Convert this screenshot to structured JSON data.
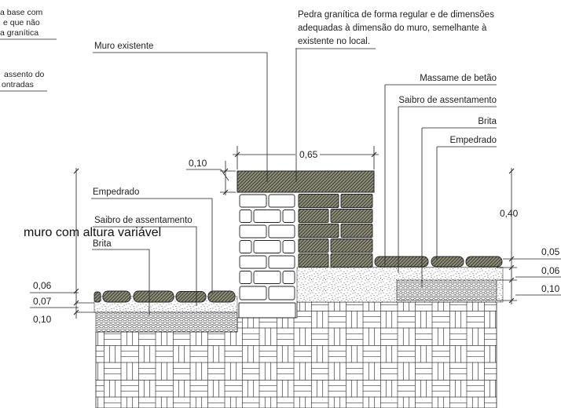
{
  "notes_top_left": {
    "line1": "a base com",
    "line2": "e que não",
    "line3": "a granítica",
    "line4": "assento do",
    "line5": "ontradas"
  },
  "labels": {
    "pedra_granitica": [
      "Pedra granítica de forma regular e de dimensões",
      "adequadas à dimensão do muro, semelhante à",
      "existente no local."
    ],
    "muro_existente": "Muro existente",
    "massame_betao": "Massame de betão",
    "saibro_direita": "Saibro de assentamento",
    "brita_direita": "Brita",
    "empedrado_direita": "Empedrado",
    "empedrado_esquerda": "Empedrado",
    "saibro_esquerda": "Saibro de assentamento",
    "muro_altura": "muro com altura variável",
    "brita_esquerda": "Brita"
  },
  "dimensions": {
    "capa_largura": "0,65",
    "capa_altura": "0,10",
    "altura_direita": "0,40",
    "empedrado_direita": "0,05",
    "saibro_direita": "0,06",
    "brita_direita": "0,10",
    "empedrado_esquerda": "0,06",
    "saibro_esquerda": "0,07",
    "brita_esquerda": "0,10"
  },
  "colors": {
    "line": "#222222",
    "stone_fill": "#8e8e7a",
    "stone_hatch": "#3c3c30",
    "background": "#ffffff"
  }
}
